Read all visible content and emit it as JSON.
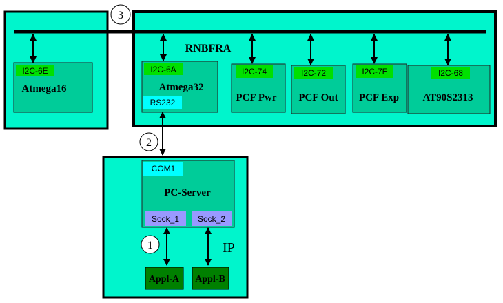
{
  "colors": {
    "panel": "#00f5cc",
    "module": "#00cc99",
    "i2c_tag": "#00e000",
    "serial_tag": "#00ffff",
    "socket_tag": "#9999ff",
    "appl": "#008000",
    "stroke": "#000000",
    "module_stroke": "#222222"
  },
  "labels": {
    "bus_name": "RNBFRA",
    "marker_1": "1",
    "marker_2": "2",
    "marker_3": "3",
    "ip_label": "IP"
  },
  "left_board": {
    "module_name": "Atmega16",
    "i2c_tag": "I2C-6E"
  },
  "rnbfra_board": {
    "modules": [
      {
        "name": "Atmega32",
        "tag": "I2C-6A",
        "serial_tag": "RS232"
      },
      {
        "name": "PCF Pwr",
        "tag": "I2C-74"
      },
      {
        "name": "PCF Out",
        "tag": "I2C-72"
      },
      {
        "name": "PCF Exp",
        "tag": "I2C-7E"
      },
      {
        "name": "AT90S2313",
        "tag": "I2C-68"
      }
    ]
  },
  "pc_server": {
    "name": "PC-Server",
    "com_tag": "COM1",
    "sockets": [
      "Sock_1",
      "Sock_2"
    ],
    "apps": [
      "Appl-A",
      "Appl-B"
    ]
  }
}
